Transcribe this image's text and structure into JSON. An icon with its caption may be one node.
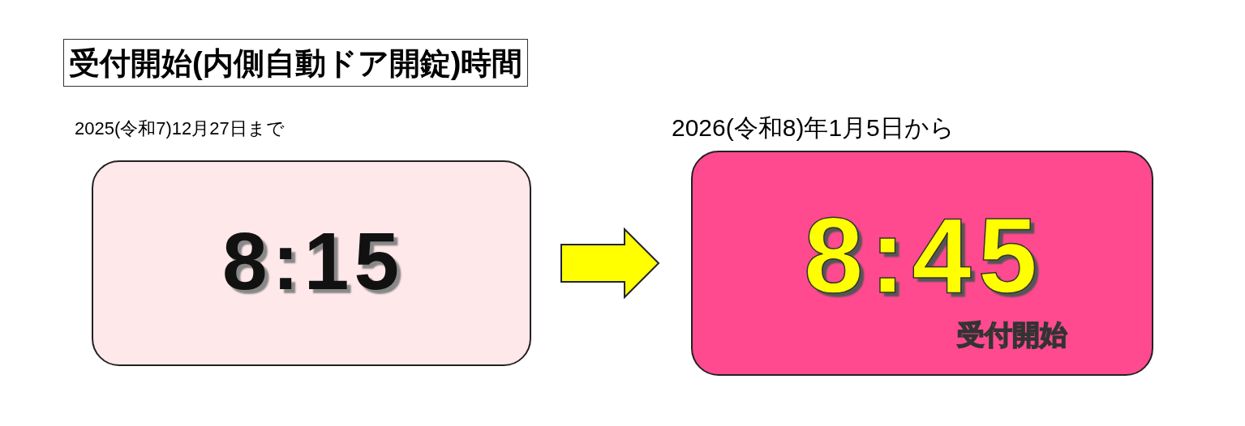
{
  "diagram": {
    "title": "受付開始(内側自動ドア開錠)時間",
    "nodes": [
      {
        "text": [
          "8:15"
        ],
        "beside": [
          "2025(令和7)12月27日まで"
        ]
      },
      {
        "text": [
          "8:45",
          "受付開始"
        ],
        "beside": [
          "2026(令和8)年1月5日から"
        ]
      }
    ],
    "edges": [
      {
        "from": 0,
        "to": 1,
        "arrow": "to",
        "style": "thick"
      }
    ]
  }
}
